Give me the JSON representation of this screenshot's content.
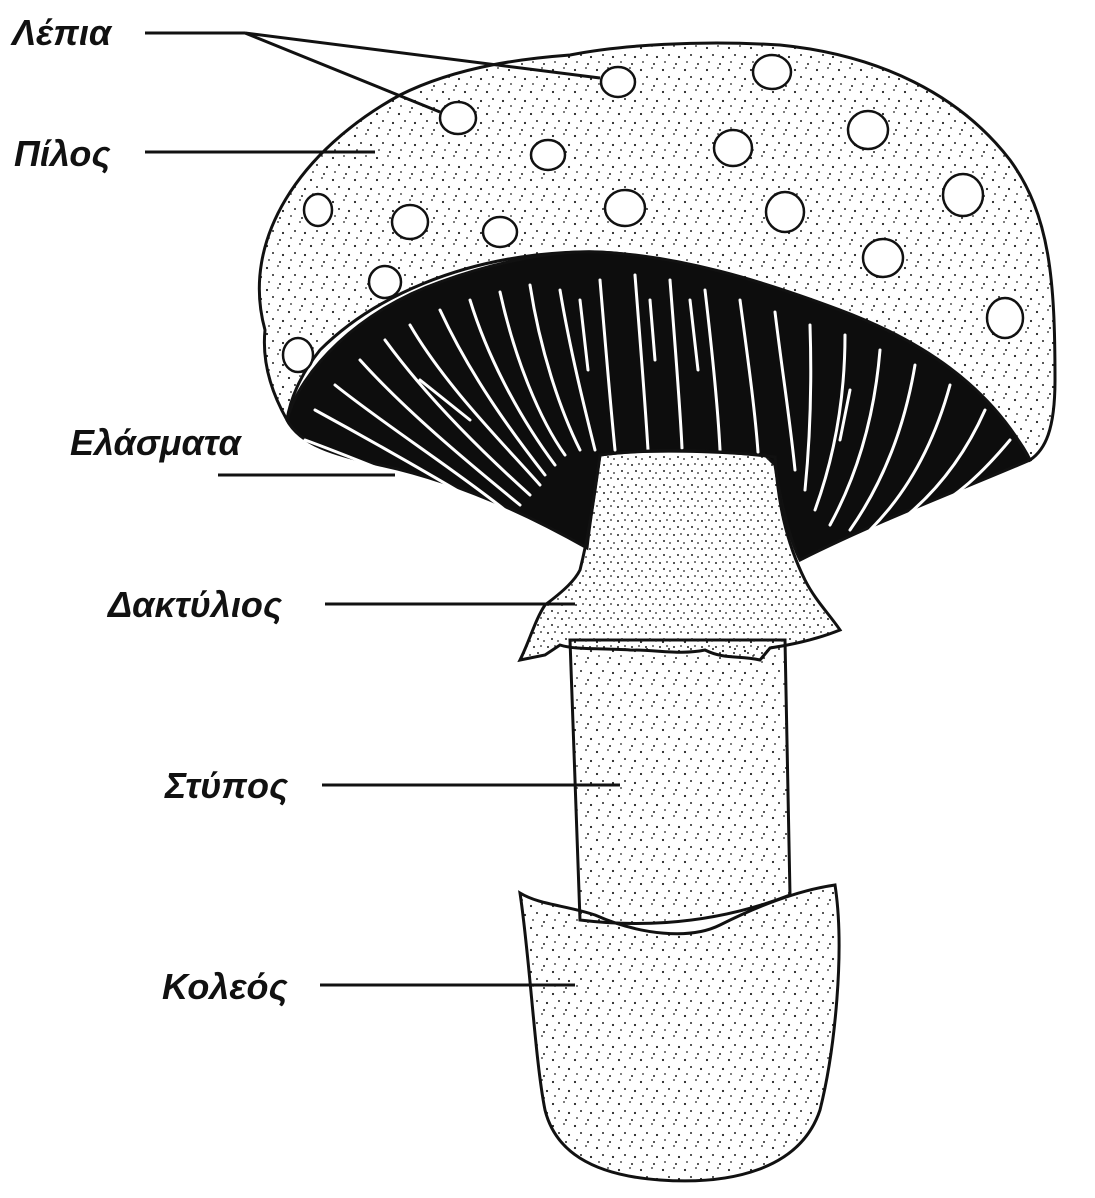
{
  "diagram": {
    "labels": {
      "scales": "Λέπια",
      "cap": "Πίλος",
      "gills": "Ελάσματα",
      "ring": "Δακτύλιος",
      "stem": "Στύπος",
      "volva": "Κολεός"
    },
    "colors": {
      "ink": "#111111",
      "paper": "#ffffff",
      "gill_fill": "#0d0d0d"
    }
  }
}
